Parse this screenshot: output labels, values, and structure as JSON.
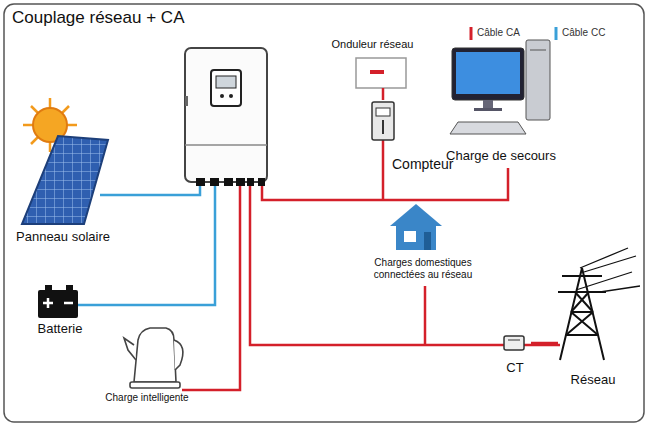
{
  "diagram": {
    "title": "Couplage réseau + CA",
    "nodes": [
      {
        "text": [
          "Onduleur réseau"
        ]
      },
      {
        "text": [
          "Compteur"
        ]
      },
      {
        "text": [
          "Charge de secours"
        ]
      },
      {
        "text": [
          "Panneau solaire"
        ]
      },
      {
        "text": [
          "Charges domestiques connectées au réseau"
        ]
      },
      {
        "text": [
          "Batterie"
        ]
      },
      {
        "text": [
          "CT"
        ]
      },
      {
        "text": [
          "Réseau"
        ]
      },
      {
        "text": [
          "Charge intelligente"
        ]
      }
    ],
    "edges": [
      {
        "from": 0,
        "to": 1,
        "arrow": "none"
      },
      {
        "from": 6,
        "to": 7,
        "arrow": "none"
      }
    ],
    "legend": [
      {
        "text": "Câble CA"
      },
      {
        "text": "Câble CC"
      }
    ]
  }
}
